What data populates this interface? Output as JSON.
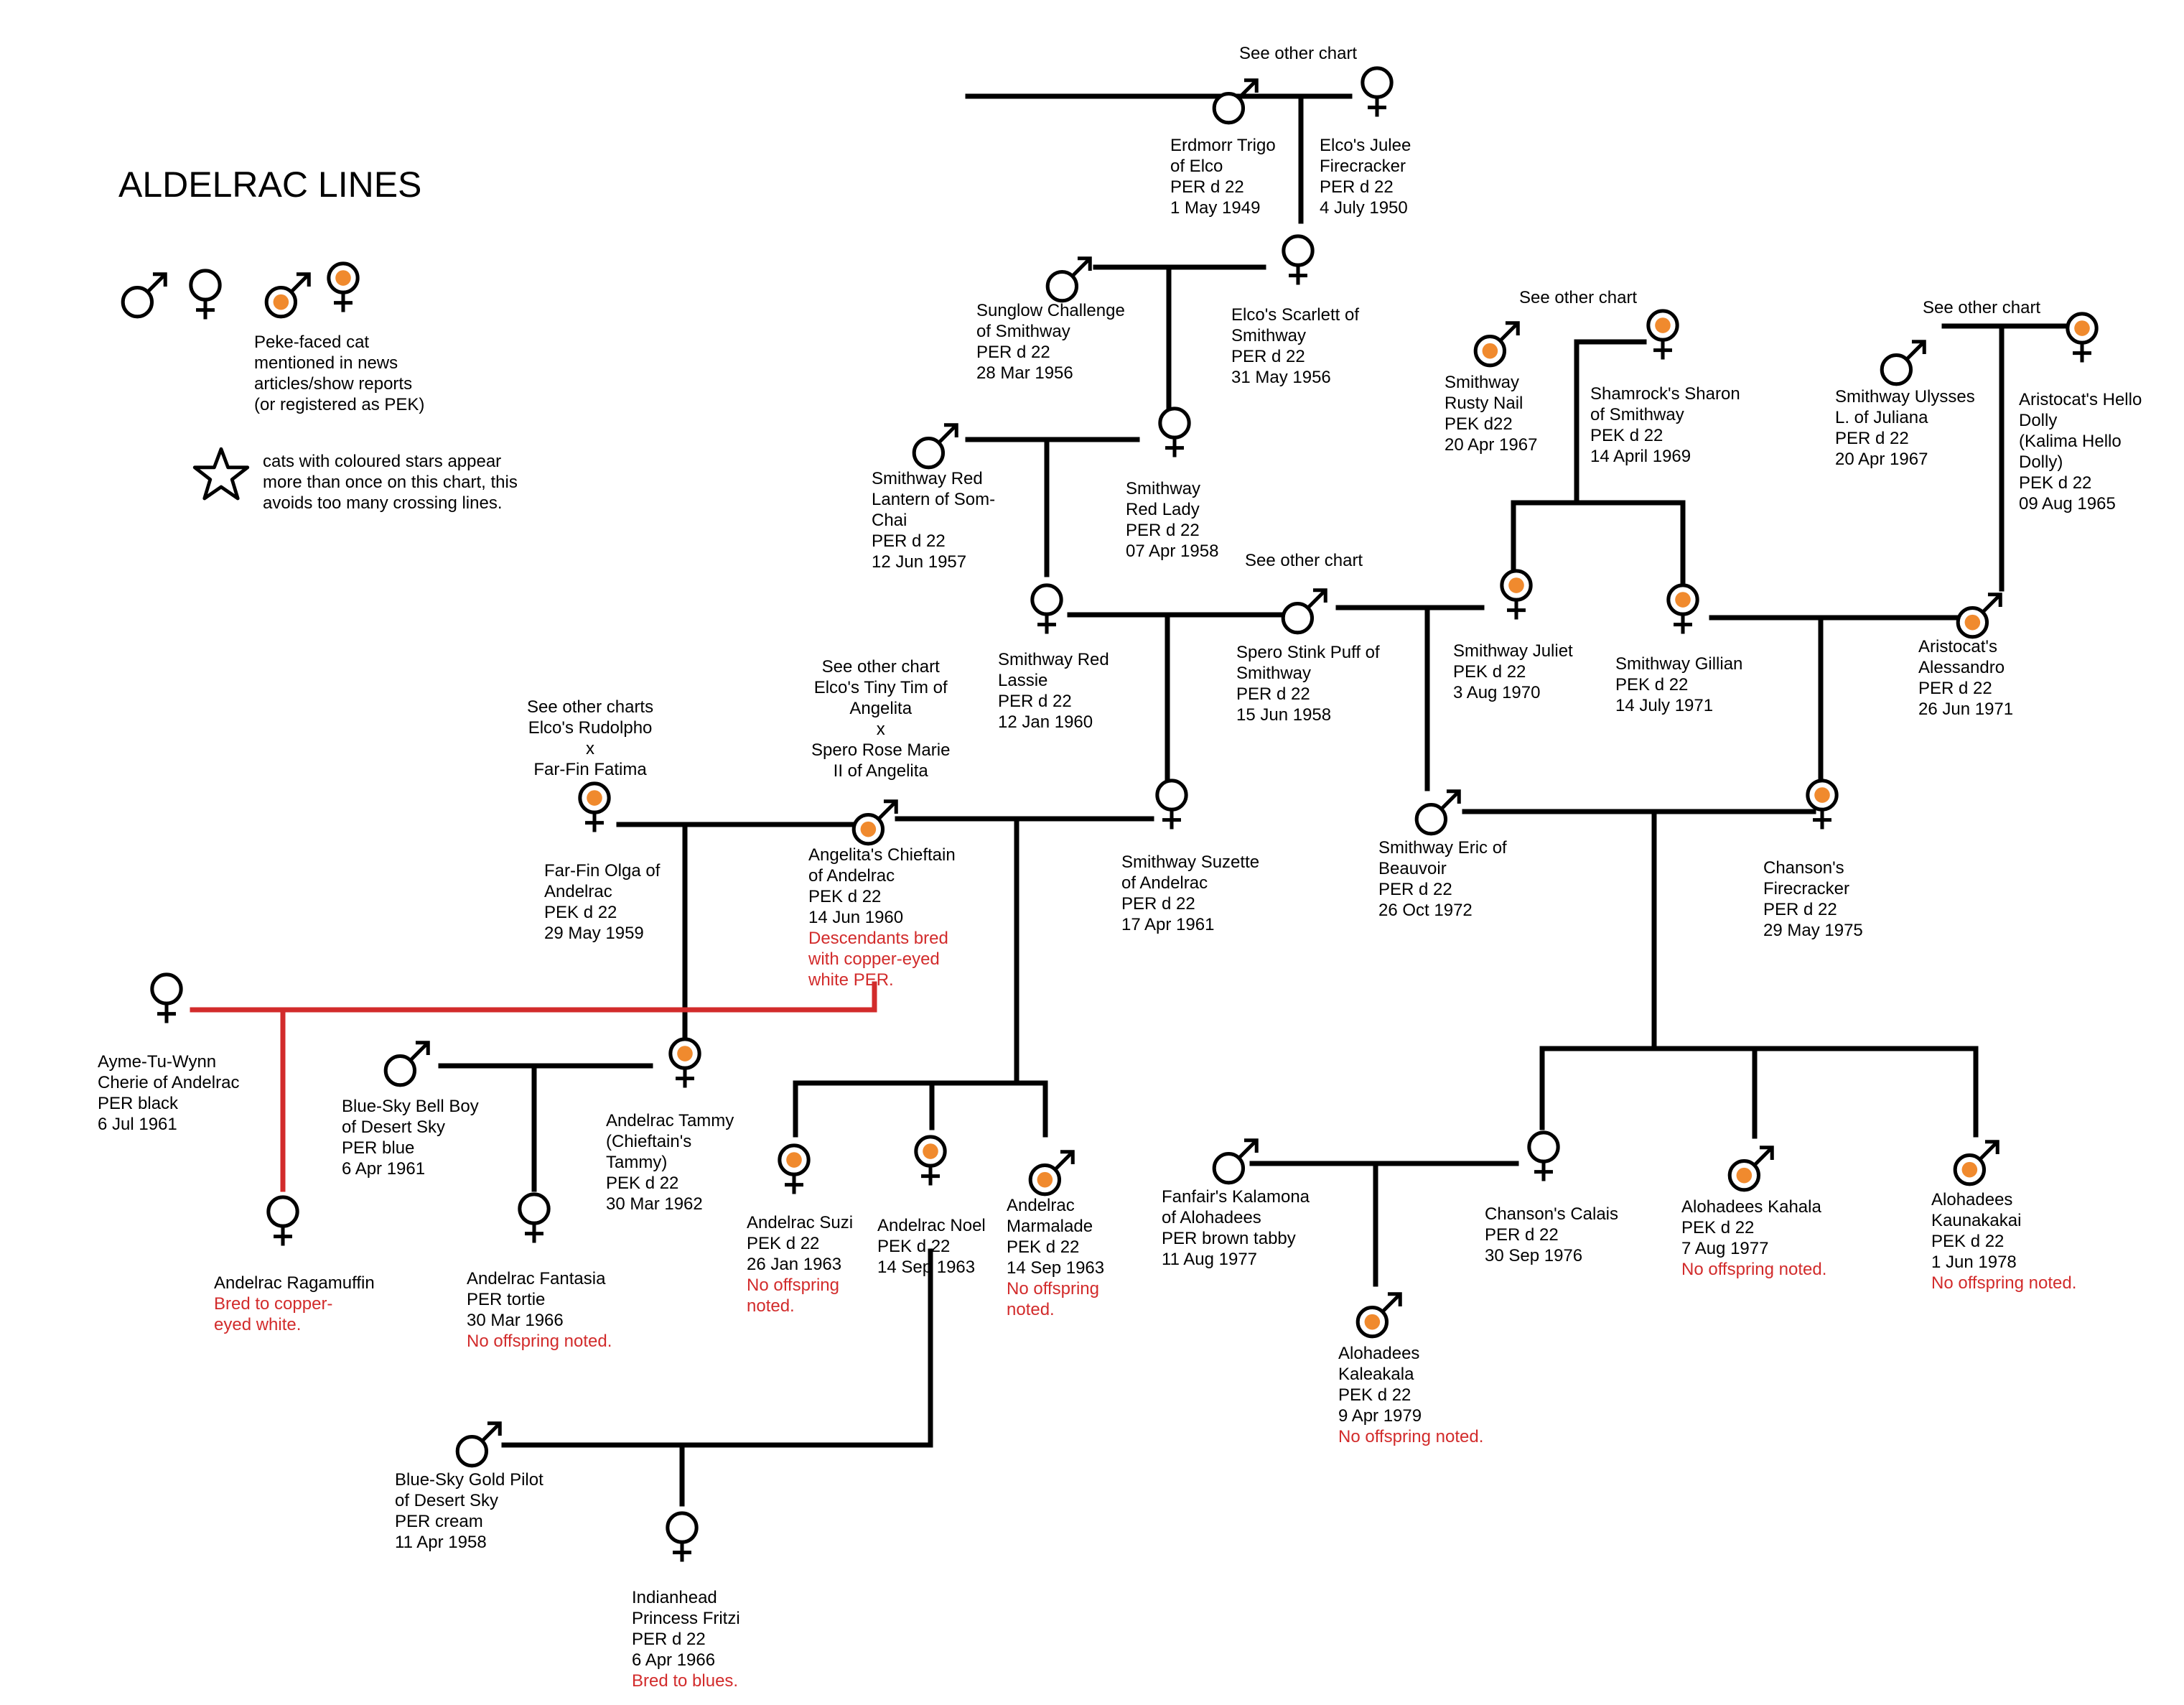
{
  "title": "ALDELRAC LINES",
  "colors": {
    "line": "#000000",
    "red_line": "#d22b2b",
    "peke_dot": "#f08a2e",
    "note_text": "#d22b2b"
  },
  "legend": {
    "peke_lines": [
      "Peke-faced cat",
      "mentioned in news",
      "articles/show reports",
      "(or registered as PEK)"
    ],
    "star_icon": "star-icon",
    "star_lines": [
      "cats with coloured stars appear",
      "more than once on this chart, this",
      "avoids too many crossing lines."
    ]
  },
  "cats": [
    {
      "id": "erdmorr",
      "sex": "male",
      "peke": false,
      "lines": [
        "Erdmorr Trigo",
        "of Elco",
        "PER d 22",
        "1 May 1949"
      ]
    },
    {
      "id": "julee",
      "sex": "female",
      "peke": false,
      "lines": [
        "Elco's Julee",
        "Firecracker",
        "PER d 22",
        "4 July 1950"
      ]
    },
    {
      "id": "sunglow",
      "sex": "male",
      "peke": false,
      "lines": [
        "Sunglow Challenge",
        "of Smithway",
        "PER d 22",
        "28 Mar 1956"
      ]
    },
    {
      "id": "scarlett",
      "sex": "female",
      "peke": false,
      "lines": [
        "Elco's Scarlett of",
        "Smithway",
        "PER d 22",
        "31 May 1956"
      ]
    },
    {
      "id": "redlantern",
      "sex": "male",
      "peke": false,
      "lines": [
        "Smithway Red",
        "Lantern of Som-",
        "Chai",
        "PER d 22",
        "12 Jun 1957"
      ]
    },
    {
      "id": "redlady",
      "sex": "female",
      "peke": false,
      "lines": [
        "Smithway",
        "Red Lady",
        "PER d 22",
        "07 Apr 1958"
      ]
    },
    {
      "id": "lassie",
      "sex": "female",
      "peke": false,
      "lines": [
        "Smithway Red",
        "Lassie",
        "PER d 22",
        "12 Jan 1960"
      ]
    },
    {
      "id": "stinkpuff",
      "sex": "male",
      "peke": false,
      "lines": [
        "Spero Stink Puff of",
        "Smithway",
        "PER d 22",
        "15 Jun 1958"
      ]
    },
    {
      "id": "rustynail",
      "sex": "male",
      "peke": true,
      "lines": [
        "Smithway",
        "Rusty Nail",
        "PEK d22",
        "20 Apr 1967"
      ]
    },
    {
      "id": "sharon",
      "sex": "female",
      "peke": true,
      "lines": [
        "Shamrock's Sharon",
        "of Smithway",
        "PEK d 22",
        "14 April 1969"
      ]
    },
    {
      "id": "juliet",
      "sex": "female",
      "peke": true,
      "lines": [
        "Smithway Juliet",
        "PEK d 22",
        "3 Aug 1970"
      ]
    },
    {
      "id": "gillian",
      "sex": "female",
      "peke": true,
      "lines": [
        "Smithway Gillian",
        "PEK d 22",
        "14 July 1971"
      ]
    },
    {
      "id": "ulysses",
      "sex": "male",
      "peke": false,
      "lines": [
        "Smithway Ulysses",
        "L. of Juliana",
        "PER d 22",
        "20 Apr 1967"
      ]
    },
    {
      "id": "hellodolly",
      "sex": "female",
      "peke": true,
      "lines": [
        "Aristocat's Hello",
        "Dolly",
        "(Kalima Hello",
        "Dolly)",
        "PEK d 22",
        "09 Aug 1965"
      ]
    },
    {
      "id": "alessandro",
      "sex": "male",
      "peke": true,
      "lines": [
        "Aristocat's",
        "Alessandro",
        "PER d 22",
        "26 Jun 1971"
      ]
    },
    {
      "id": "olga",
      "sex": "female",
      "peke": true,
      "lines": [
        "Far-Fin Olga of",
        "Andelrac",
        "PEK d 22",
        "29 May 1959"
      ]
    },
    {
      "id": "chieftain",
      "sex": "male",
      "peke": true,
      "lines": [
        "Angelita's Chieftain",
        "of Andelrac",
        "PEK d 22",
        "14 Jun 1960"
      ],
      "note": [
        "Descendants bred",
        "with copper-eyed",
        "white PER."
      ]
    },
    {
      "id": "suzette",
      "sex": "female",
      "peke": false,
      "lines": [
        "Smithway Suzette",
        "of Andelrac",
        "PER d 22",
        "17 Apr 1961"
      ]
    },
    {
      "id": "eric",
      "sex": "male",
      "peke": false,
      "lines": [
        "Smithway Eric of",
        "Beauvoir",
        "PER d 22",
        "26 Oct 1972"
      ]
    },
    {
      "id": "firecracker",
      "sex": "female",
      "peke": true,
      "lines": [
        "Chanson's",
        "Firecracker",
        "PER d 22",
        "29 May 1975"
      ]
    },
    {
      "id": "ayme",
      "sex": "female",
      "peke": false,
      "lines": [
        "Ayme-Tu-Wynn",
        "Cherie of Andelrac",
        "PER black",
        "6 Jul 1961"
      ]
    },
    {
      "id": "bellboy",
      "sex": "male",
      "peke": false,
      "lines": [
        "Blue-Sky Bell Boy",
        "of Desert Sky",
        "PER blue",
        "6 Apr 1961"
      ]
    },
    {
      "id": "tammy",
      "sex": "female",
      "peke": true,
      "lines": [
        "Andelrac Tammy",
        "(Chieftain's",
        "Tammy)",
        "PEK d 22",
        "30 Mar 1962"
      ]
    },
    {
      "id": "suzi",
      "sex": "female",
      "peke": true,
      "lines": [
        "Andelrac Suzi",
        "PEK d 22",
        "26 Jan 1963"
      ],
      "note": [
        "No offspring",
        "noted."
      ]
    },
    {
      "id": "noel",
      "sex": "female",
      "peke": true,
      "lines": [
        "Andelrac Noel",
        "PEK d 22",
        "14 Sep 1963"
      ]
    },
    {
      "id": "marmalade",
      "sex": "male",
      "peke": true,
      "lines": [
        "Andelrac",
        "Marmalade",
        "PEK d 22",
        "14 Sep 1963"
      ],
      "note": [
        "No offspring",
        "noted."
      ]
    },
    {
      "id": "ragamuffin",
      "sex": "female",
      "peke": false,
      "lines": [
        "Andelrac Ragamuffin"
      ],
      "note": [
        "Bred to copper-",
        "eyed white."
      ]
    },
    {
      "id": "fantasia",
      "sex": "female",
      "peke": false,
      "lines": [
        "Andelrac Fantasia",
        "PER tortie",
        "30 Mar 1966"
      ],
      "note": [
        "No offspring noted."
      ]
    },
    {
      "id": "kalamona",
      "sex": "male",
      "peke": false,
      "lines": [
        "Fanfair's Kalamona",
        "of Alohadees",
        "PER brown tabby",
        "11 Aug 1977"
      ]
    },
    {
      "id": "calais",
      "sex": "female",
      "peke": false,
      "lines": [
        "Chanson's Calais",
        "PER d 22",
        "30 Sep 1976"
      ]
    },
    {
      "id": "kahala",
      "sex": "male",
      "peke": true,
      "lines": [
        "Alohadees Kahala",
        "PEK d 22",
        "7 Aug 1977"
      ],
      "note": [
        "No offspring noted."
      ]
    },
    {
      "id": "kaunakakai",
      "sex": "male",
      "peke": true,
      "lines": [
        "Alohadees",
        "Kaunakakai",
        "PEK d 22",
        "1 Jun 1978"
      ],
      "note": [
        "No offspring noted."
      ]
    },
    {
      "id": "kaleakala",
      "sex": "male",
      "peke": true,
      "lines": [
        "Alohadees",
        "Kaleakala",
        "PEK d 22",
        "9 Apr 1979"
      ],
      "note": [
        "No offspring noted."
      ]
    },
    {
      "id": "goldpilot",
      "sex": "male",
      "peke": false,
      "lines": [
        "Blue-Sky Gold Pilot",
        "of Desert Sky",
        "PER cream",
        "11 Apr 1958"
      ]
    },
    {
      "id": "fritzi",
      "sex": "female",
      "peke": false,
      "lines": [
        "Indianhead",
        "Princess Fritzi",
        "PER d 22",
        "6 Apr 1966"
      ],
      "note": [
        "Bred to blues."
      ]
    }
  ],
  "side_notes": [
    {
      "id": "see1",
      "lines": [
        "See other chart"
      ]
    },
    {
      "id": "see2",
      "lines": [
        "See other chart"
      ]
    },
    {
      "id": "see3",
      "lines": [
        "See other chart"
      ]
    },
    {
      "id": "see4",
      "lines": [
        "See other chart"
      ]
    },
    {
      "id": "see5",
      "lines": [
        "See other charts",
        "Elco's Rudolpho",
        "x",
        "Far-Fin Fatima"
      ]
    },
    {
      "id": "see6",
      "lines": [
        "See other chart",
        "Elco's Tiny Tim of",
        "Angelita",
        "x",
        "Spero Rose Marie",
        "II of Angelita"
      ]
    }
  ]
}
